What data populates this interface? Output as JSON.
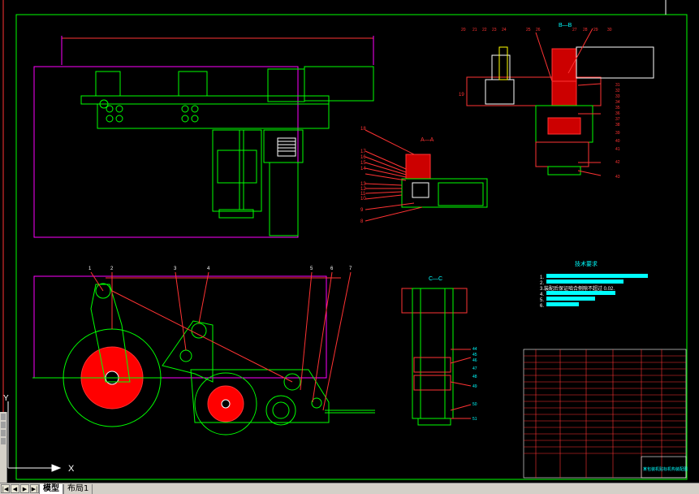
{
  "tabs": {
    "model": "模型",
    "layout": "布局1"
  },
  "nav": {
    "first": "|◀",
    "prev": "◀",
    "next": "▶",
    "last": "▶|"
  },
  "ucs": {
    "x_label": "X",
    "y_label": "Y"
  },
  "views": {
    "section_aa": "A—A",
    "section_bb": "B—B",
    "section_cc": "C—C"
  },
  "tech_requirements": {
    "title": "技术要求",
    "item1": "1.",
    "item2": "2.",
    "item3": "3.装配后保证啮合侧隙不超过 0.02.",
    "item4": "4.",
    "item5": "5.",
    "item6": "6."
  },
  "title_block": {
    "name": "某包装机贴标机构装配图"
  },
  "balloons": {
    "front": [
      "1",
      "2",
      "3",
      "4",
      "5",
      "6",
      "7"
    ],
    "aa": [
      "18",
      "17",
      "16",
      "15",
      "14",
      "13",
      "12",
      "11",
      "10",
      "9",
      "8"
    ],
    "bb_top": [
      "20",
      "21",
      "22",
      "23",
      "24",
      "25",
      "26",
      "27",
      "28",
      "29",
      "30"
    ],
    "bb_right": [
      "31",
      "32",
      "33",
      "34",
      "35",
      "36",
      "37",
      "38",
      "39",
      "40",
      "41",
      "42",
      "43"
    ],
    "bb_left": "19",
    "cc": [
      "44",
      "45",
      "46",
      "47",
      "48",
      "49",
      "50",
      "51"
    ]
  },
  "colors": {
    "background": "#000000",
    "geometry": "#00ff00",
    "dimension": "#ff3333",
    "frame": "#ff00ff",
    "table": "#ff0000",
    "cyan": "#00ffff",
    "white": "#ffffff"
  }
}
